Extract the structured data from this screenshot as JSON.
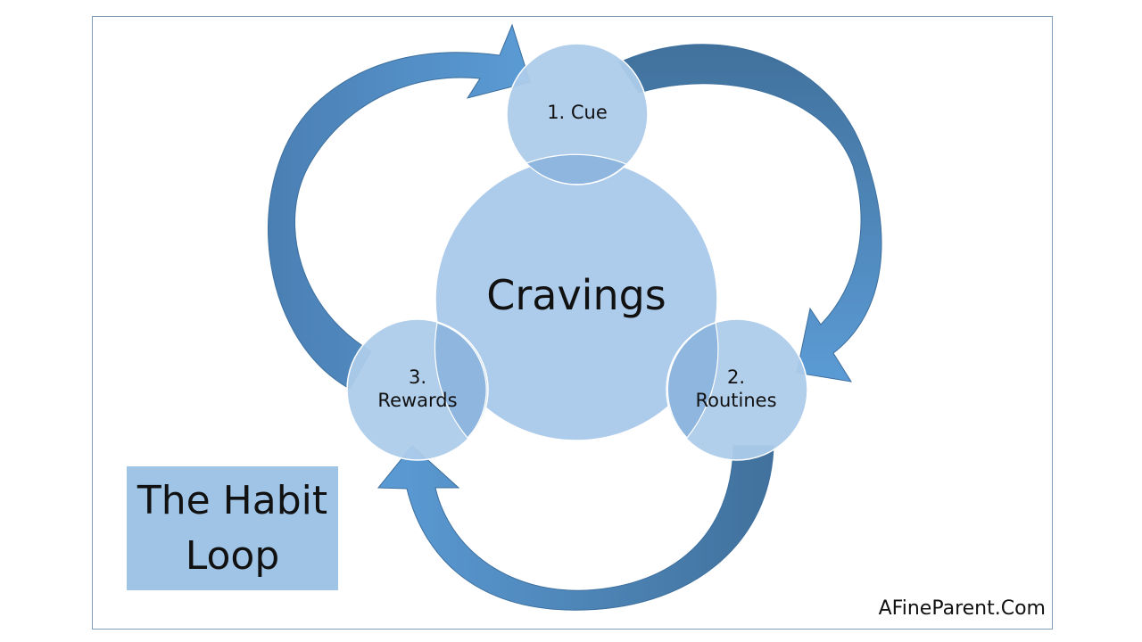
{
  "diagram": {
    "center": {
      "label": "Cravings"
    },
    "nodes": [
      {
        "id": "cue",
        "label_line1": "1. Cue",
        "label_line2": ""
      },
      {
        "id": "routines",
        "label_line1": "2.",
        "label_line2": "Routines"
      },
      {
        "id": "rewards",
        "label_line1": "3.",
        "label_line2": "Rewards"
      }
    ]
  },
  "title": {
    "line1": "The Habit",
    "line2": "Loop"
  },
  "watermark": {
    "text": "AFineParent.Com"
  },
  "colors": {
    "circle_fill": "#adcbea",
    "circle_stroke": "#ffffff",
    "overlap_fill": "#8fb6df",
    "arrow_light": "#5b9bd5",
    "arrow_dark": "#41719c",
    "title_box": "#9fc4e6",
    "frame": "#7f9dbb"
  }
}
